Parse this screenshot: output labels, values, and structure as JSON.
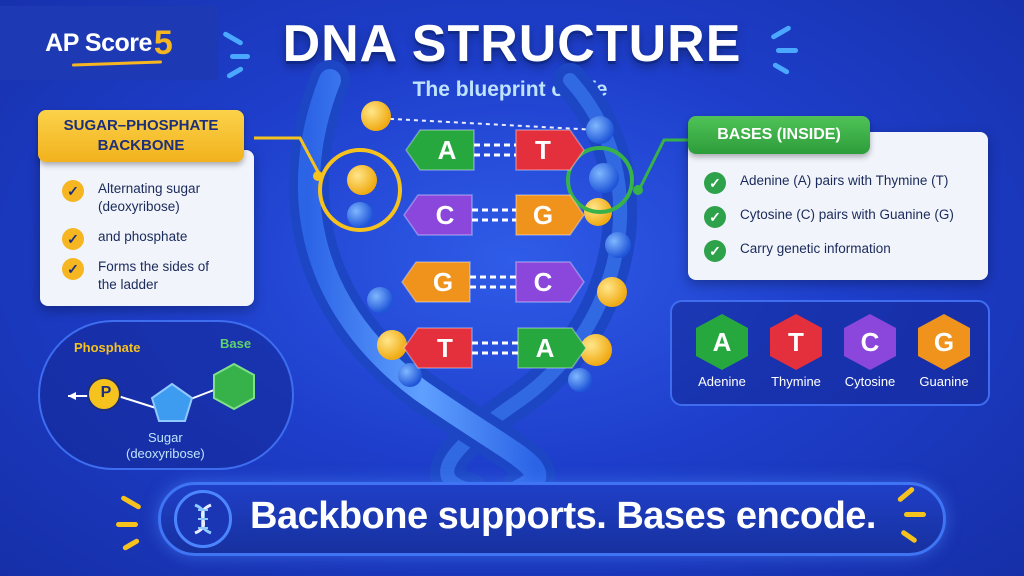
{
  "logo": {
    "text": "AP Score",
    "number": "5"
  },
  "title": "DNA STRUCTURE",
  "subtitle": "The blueprint of life",
  "backbone": {
    "title": "SUGAR–PHOSPHATE BACKBONE",
    "items": [
      "Alternating sugar (deoxyribose)",
      "and phosphate",
      "Forms the sides of the ladder"
    ]
  },
  "bases_panel": {
    "title": "BASES (INSIDE)",
    "items": [
      "Adenine (A) pairs with Thymine (T)",
      "Cytosine (C) pairs with Guanine (G)",
      "Carry genetic information"
    ]
  },
  "pairs": [
    {
      "left": "A",
      "right": "T"
    },
    {
      "left": "C",
      "right": "G"
    },
    {
      "left": "G",
      "right": "C"
    },
    {
      "left": "T",
      "right": "A"
    }
  ],
  "legend": [
    {
      "letter": "A",
      "name": "Adenine",
      "color": "#27a83f"
    },
    {
      "letter": "T",
      "name": "Thymine",
      "color": "#e4303c"
    },
    {
      "letter": "C",
      "name": "Cytosine",
      "color": "#8b47dc"
    },
    {
      "letter": "G",
      "name": "Guanine",
      "color": "#f0931c"
    }
  ],
  "schema": {
    "phosphate_label": "Phosphate",
    "phosphate_symbol": "P",
    "base_label": "Base",
    "sugar_label": "Sugar",
    "sugar_sub": "(deoxyribose)"
  },
  "banner": "Backbone supports. Bases encode.",
  "colors": {
    "A": "#27a83f",
    "T": "#e4303c",
    "C": "#8b47dc",
    "G": "#f0931c",
    "accent_yellow": "#f5b622",
    "accent_green": "#2ea24a",
    "background": "#1e3fcc"
  }
}
